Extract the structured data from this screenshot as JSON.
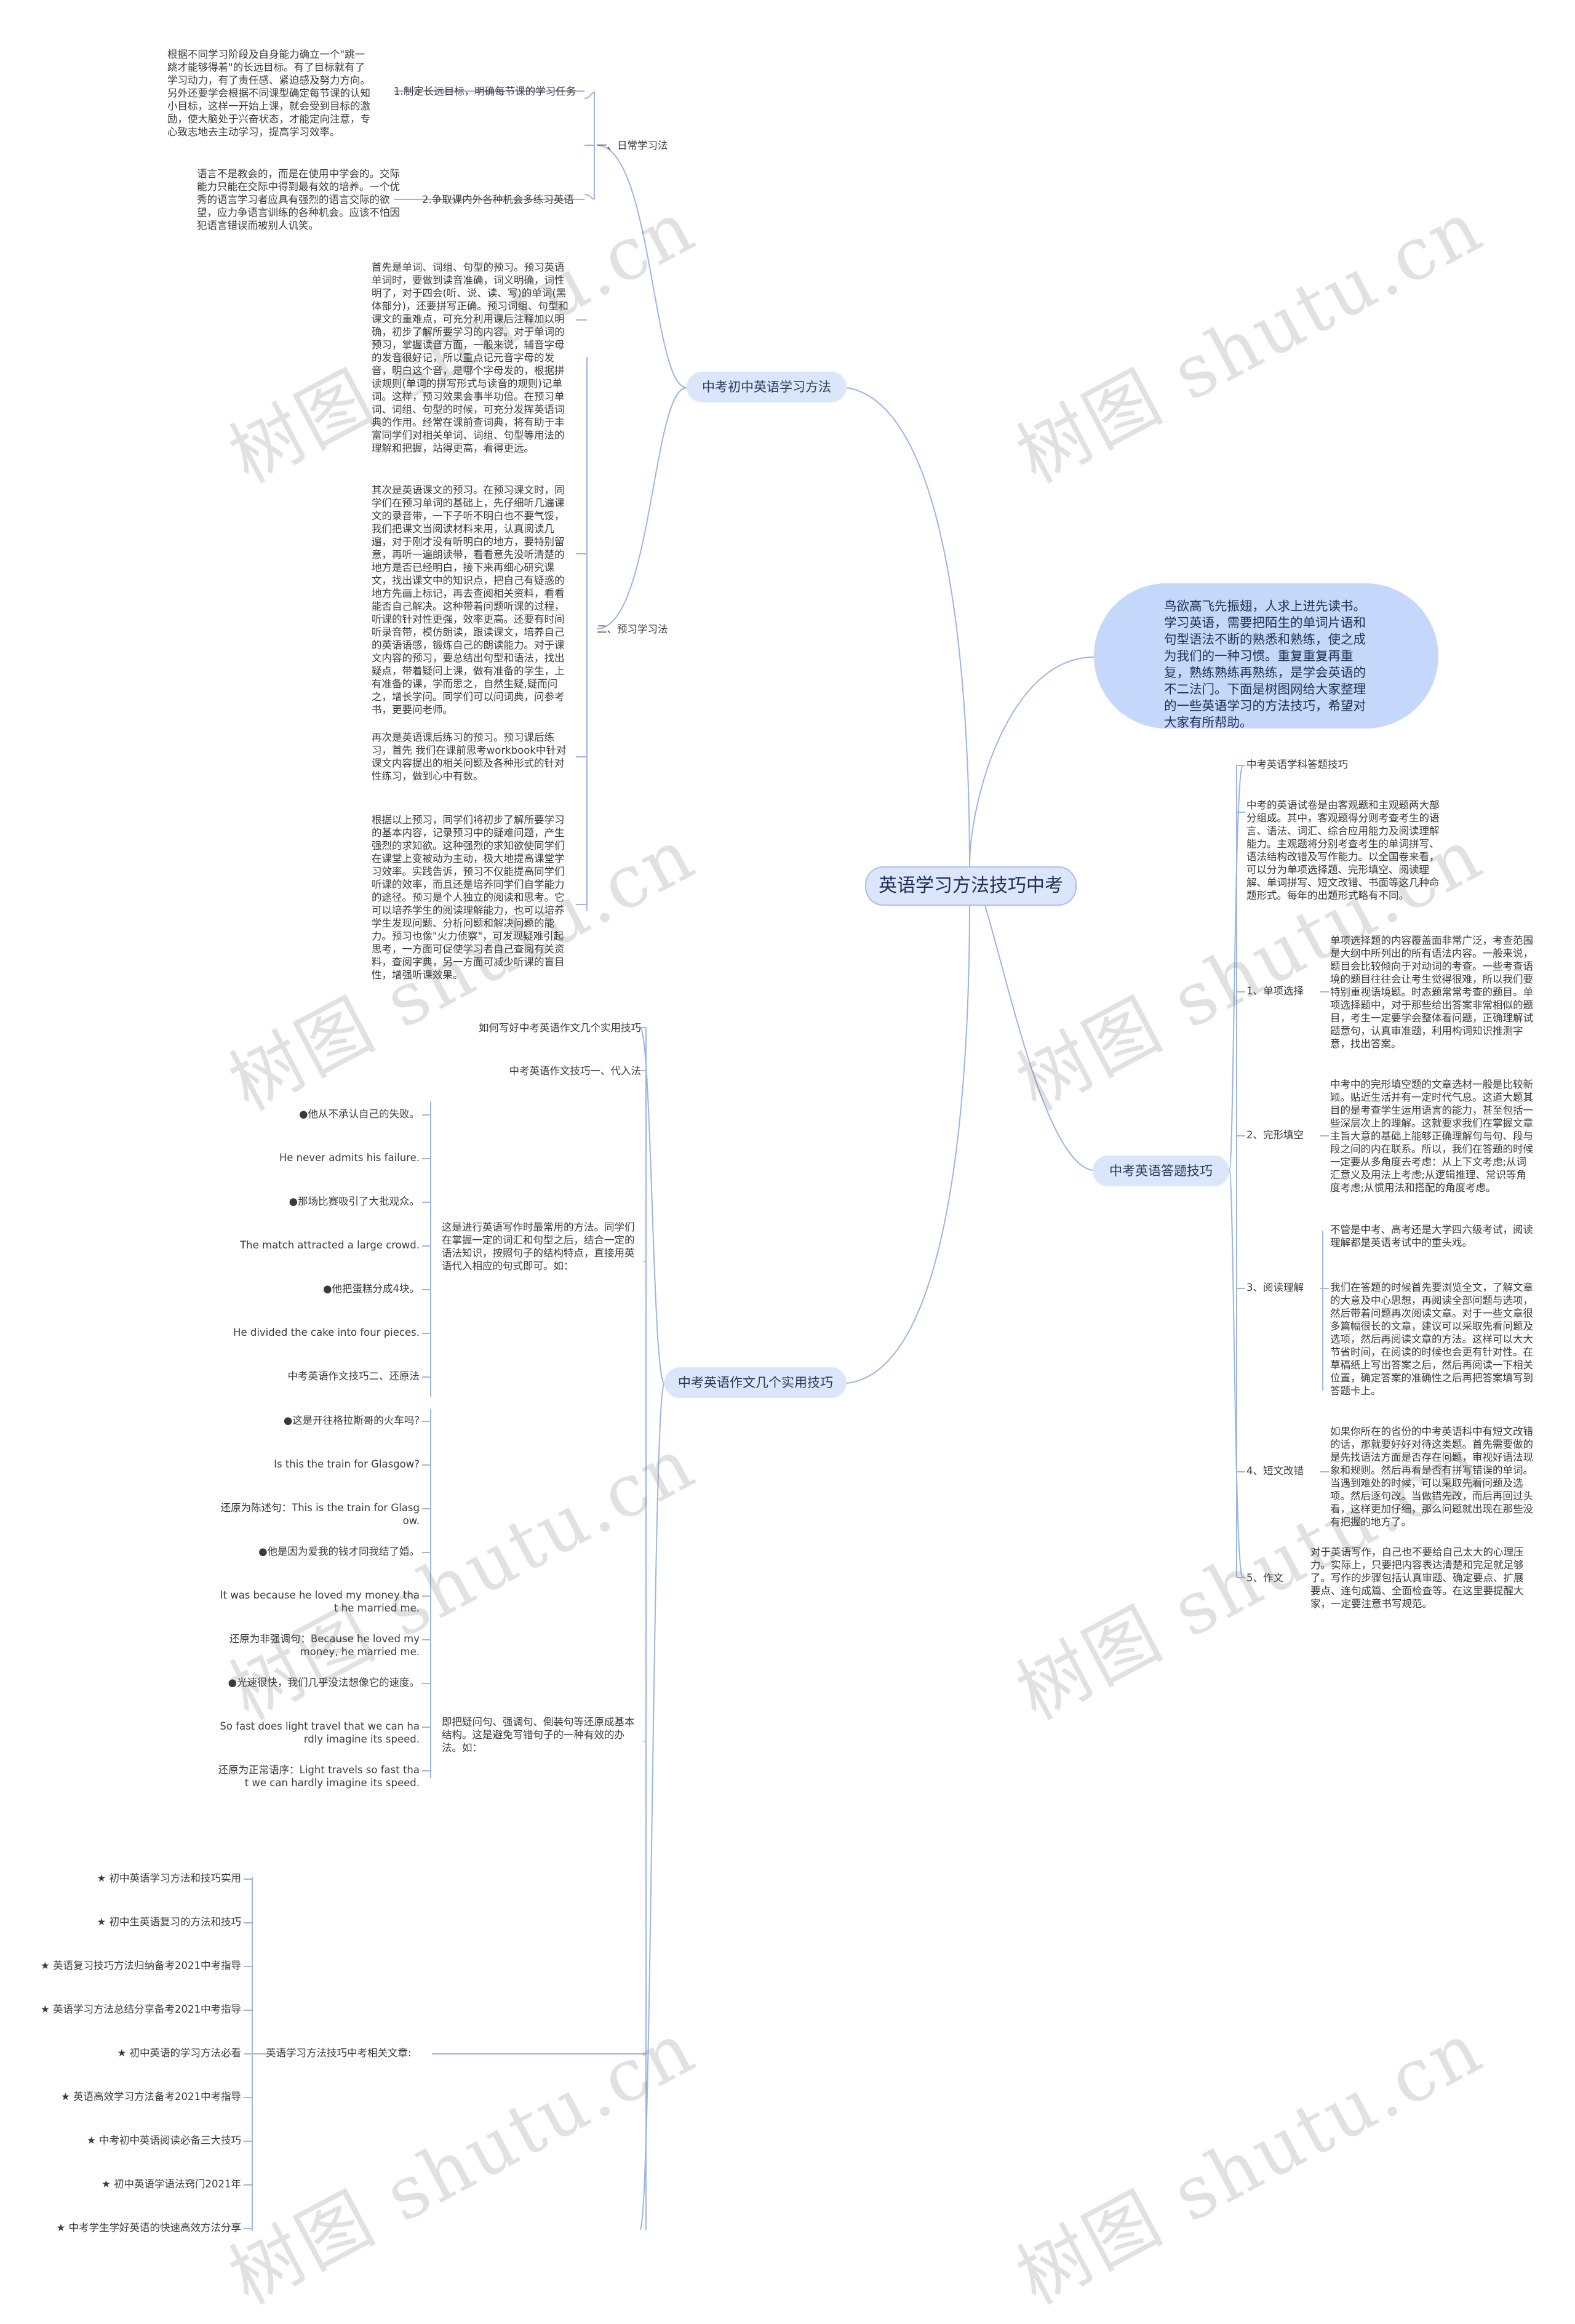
{
  "root": "英语学习方法技巧中考",
  "intro": "鸟欲高飞先振翅，人求上进先读书。学习英语，需要把陌生的单词片语和句型语法不断的熟悉和熟练，使之成为我们的一种习惯。重复重复再重复，熟练熟练再熟练，是学会英语的不二法门。下面是树图网给大家整理的一些英语学习的方法技巧，希望对大家有所帮助。",
  "watermark": "树图 shutu.cn",
  "b1": {
    "label": "中考初中英语学习方法",
    "c1": {
      "label": "一、日常学习法",
      "i1": {
        "label": "1.制定长远目标，明确每节课的学习任务",
        "text": "根据不同学习阶段及自身能力确立一个\"跳一跳才能够得着\"的长远目标。有了目标就有了学习动力，有了责任感、紧迫感及努力方向。另外还要学会根据不同课型确定每节课的认知小目标，这样一开始上课，就会受到目标的激励，使大脑处于兴奋状态，才能定向注意，专心致志地去主动学习，提高学习效率。"
      },
      "i2": {
        "label": "2.争取课内外各种机会多练习英语",
        "text": "语言不是教会的，而是在使用中学会的。交际能力只能在交际中得到最有效的培养。一个优秀的语言学习者应具有强烈的语言交际的欲望，应力争语言训练的各种机会。应该不怕因犯语言错误而被别人讥笑。"
      }
    },
    "c2": {
      "label": "二、预习学习法",
      "p1": "首先是单词、词组、句型的预习。预习英语单词时，要做到读音准确，词义明确，词性明了，对于四会(听、说、读、写)的单词(黑体部分)，还要拼写正确。预习词组、句型和课文的重难点，可充分利用课后注释加以明确，初步了解所要学习的内容。对于单词的预习，掌握读音方面，一般来说，辅音字母的发音很好记，所以重点记元音字母的发音，明白这个音，是哪个字母发的，根据拼读规则(单词的拼写形式与读音的规则)记单词。这样，预习效果会事半功倍。在预习单词、词组、句型的时候，可充分发挥英语词典的作用。经常在课前查词典，将有助于丰富同学们对相关单词、词组、句型等用法的理解和把握，站得更高，看得更远。",
      "p2": "其次是英语课文的预习。在预习课文时，同学们在预习单词的基础上，先仔细听几遍课文的录音带，一下子听不明白也不要气馁，我们把课文当阅读材料来用，认真阅读几遍，对于刚才没有听明白的地方，要特别留意，再听一遍朗读带，看看意先没听清楚的地方是否已经明白，接下来再细心研究课文，找出课文中的知识点，把自己有疑惑的地方先画上标记，再去查阅相关资料，看看能否自己解决。这种带着问题听课的过程，听课的针对性更强，效率更高。还要有时间听录音带，模仿朗读，跟读课文，培养自己的英语语感，锻炼自己的朗读能力。对于课文内容的预习，要总结出句型和语法，找出疑点，带着疑问上课，做有准备的学生，上有准备的课，学而思之，自然生疑,疑而问之，增长学问。同学们可以问词典，问参考书，更要问老师。",
      "p3": "再次是英语课后练习的预习。预习课后练习，首先 我们在课前思考workbook中针对课文内容提出的相关问题及各种形式的针对性练习，做到心中有数。",
      "p4": "根据以上预习，同学们将初步了解所要学习的基本内容，记录预习中的疑难问题，产生强烈的求知欲。这种强烈的求知欲使同学们在课堂上变被动为主动，极大地提高课堂学习效率。实践告诉，预习不仅能提高同学们听课的效率，而且还是培养同学们自学能力的途径。预习是个人独立的阅读和思考。它可以培养学生的阅读理解能力，也可以培养学生发现问题、分析问题和解决问题的能力。预习也像\"火力侦察\"，可发现疑难引起思考，一方面可促使学习者自己查阅有关资料，查阅字典，另一方面可减少听课的盲目性，增强听课效果。"
    }
  },
  "b2": {
    "label": "中考英语作文几个实用技巧",
    "t1": "如何写好中考英语作文几个实用技巧",
    "t2": "中考英语作文技巧一、代入法",
    "m1": "这是进行英语写作时最常用的方法。同学们在掌握一定的词汇和句型之后，结合一定的语法知识，按照句子的结构特点，直接用英语代入相应的句式即可。如：",
    "m1_items": [
      "●他从不承认自己的失败。",
      "He never admits his failure.",
      "●那场比赛吸引了大批观众。",
      "The match attracted a large crowd.",
      "●他把蛋糕分成4块。",
      "He divided the cake into four pieces.",
      "中考英语作文技巧二、还原法"
    ],
    "m2": "即把疑问句、强调句、倒装句等还原成基本结构。这是避免写错句子的一种有效的办法。如：",
    "m2_items": [
      "●这是开往格拉斯哥的火车吗?",
      "Is this the train for Glasgow?",
      "还原为陈述句：This is the train for Glasgow.",
      "●他是因为爱我的钱才同我结了婚。",
      "It was because he loved my money that he married me.",
      "还原为非强调句：Because he loved my money, he married me.",
      "●光速很快，我们几乎没法想像它的速度。",
      "So fast does light travel that we can hardly imagine its speed.",
      "还原为正常语序：Light travels so fast that we can hardly imagine its speed."
    ],
    "m3": "英语学习方法技巧中考相关文章:",
    "m3_items": [
      "★ 初中英语学习方法和技巧实用",
      "★ 初中生英语复习的方法和技巧",
      "★ 英语复习技巧方法归纳备考2021中考指导",
      "★ 英语学习方法总结分享备考2021中考指导",
      "★ 初中英语的学习方法必看",
      "★ 英语高效学习方法备考2021中考指导",
      "★ 中考初中英语阅读必备三大技巧",
      "★ 初中英语学语法窍门2021年",
      "★ 中考学生学好英语的快速高效方法分享"
    ]
  },
  "b3": {
    "label": "中考英语答题技巧",
    "h1": "中考英语学科答题技巧",
    "h2": "中考的英语试卷是由客观题和主观题两大部分组成。其中，客观题得分则考查考生的语言、语法、词汇、综合应用能力及阅读理解能力。主观题将分别考查考生的单词拼写、语法结构改错及写作能力。以全国卷来看，可以分为单项选择题、完形填空、阅读理解、单词拼写、短文改错、书面等这几种命题形式。每年的出题形式略有不同。",
    "s1": {
      "label": "1、单项选择",
      "text": "单项选择题的内容覆盖面非常广泛，考查范围是大纲中所列出的所有语法内容。一般来说，题目会比较倾向于对动词的考查。一些考查语境的题目往往会让考生觉得很难，所以我们要特别重视语境题。时态题常常考查的题目。单项选择题中，对于那些给出答案非常相似的题目，考生一定要学会整体看问题，正确理解试题意句，认真审准题，利用构词知识推测字意，找出答案。"
    },
    "s2": {
      "label": "2、完形填空",
      "text": "中考中的完形填空题的文章选材一般是比较新颖。贴近生活并有一定时代气息。这道大题其目的是考查学生运用语言的能力，甚至包括一些深层次上的理解。这就要求我们在掌握文章主旨大意的基础上能够正确理解句与句、段与段之间的内在联系。所以，我们在答题的时候一定要从多角度去考虑：从上下文考虑;从词汇意义及用法上考虑;从逻辑推理、常识等角度考虑;从惯用法和搭配的角度考虑。"
    },
    "s3": {
      "label": "3、阅读理解",
      "t1": "不管是中考、高考还是大学四六级考试，阅读理解都是英语考试中的重头戏。",
      "t2": "我们在答题的时候首先要浏览全文，了解文章的大意及中心思想，再阅读全部问题与选项，然后带着问题再次阅读文章。对于一些文章很多篇幅很长的文章，建议可以采取先看问题及选项，然后再阅读文章的方法。这样可以大大节省时间，在阅读的时候也会更有针对性。在草稿纸上写出答案之后，然后再阅读一下相关位置，确定答案的准确性之后再把答案填写到答题卡上。"
    },
    "s4": {
      "label": "4、短文改错",
      "text": "如果你所在的省份的中考英语科中有短文改错的话，那就要好好对待这类题。首先需要做的是先找语法方面是否存在问题，审视好语法现象和规则。然后再看是否有拼写错误的单词。当遇到难处的时候，可以采取先看问题及选项。然后逐句改。当做错先改，而后再回过头看，这样更加仔细，那么问题就出现在那些没有把握的地方了。"
    },
    "s5": {
      "label": "5、作文",
      "text": "对于英语写作，自己也不要给自己太大的心理压力。实际上，只要把内容表达清楚和完足就足够了。写作的步骤包括认真审题、确定要点、扩展要点、连句成篇、全面检查等。在这里要提醒大家，一定要注意书写规范。"
    }
  }
}
